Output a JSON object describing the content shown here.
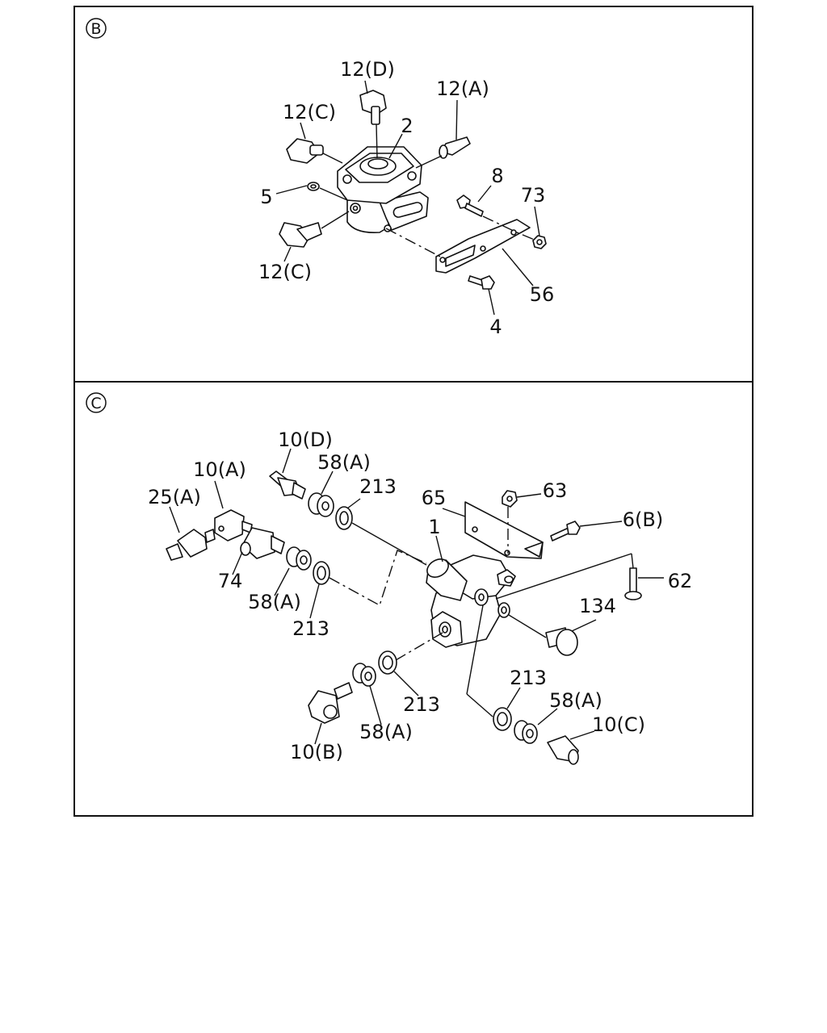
{
  "panels": {
    "b": {
      "marker": "B",
      "labels": {
        "p12d": "12(D)",
        "p12a": "12(A)",
        "p12c_top": "12(C)",
        "p2": "2",
        "p8": "8",
        "p73": "73",
        "p5": "5",
        "p12c_bottom": "12(C)",
        "p56": "56",
        "p4": "4"
      }
    },
    "c": {
      "marker": "C",
      "labels": {
        "p10d": "10(D)",
        "p58a_1": "58(A)",
        "p213_1": "213",
        "p10a": "10(A)",
        "p25a": "25(A)",
        "p65": "65",
        "p63": "63",
        "p6b": "6(B)",
        "p1": "1",
        "p62": "62",
        "p74": "74",
        "p58a_2": "58(A)",
        "p213_2": "213",
        "p134": "134",
        "p213_3": "213",
        "p213_4": "213",
        "p58a_3": "58(A)",
        "p58a_4": "58(A)",
        "p10c": "10(C)",
        "p10b": "10(B)"
      }
    }
  }
}
